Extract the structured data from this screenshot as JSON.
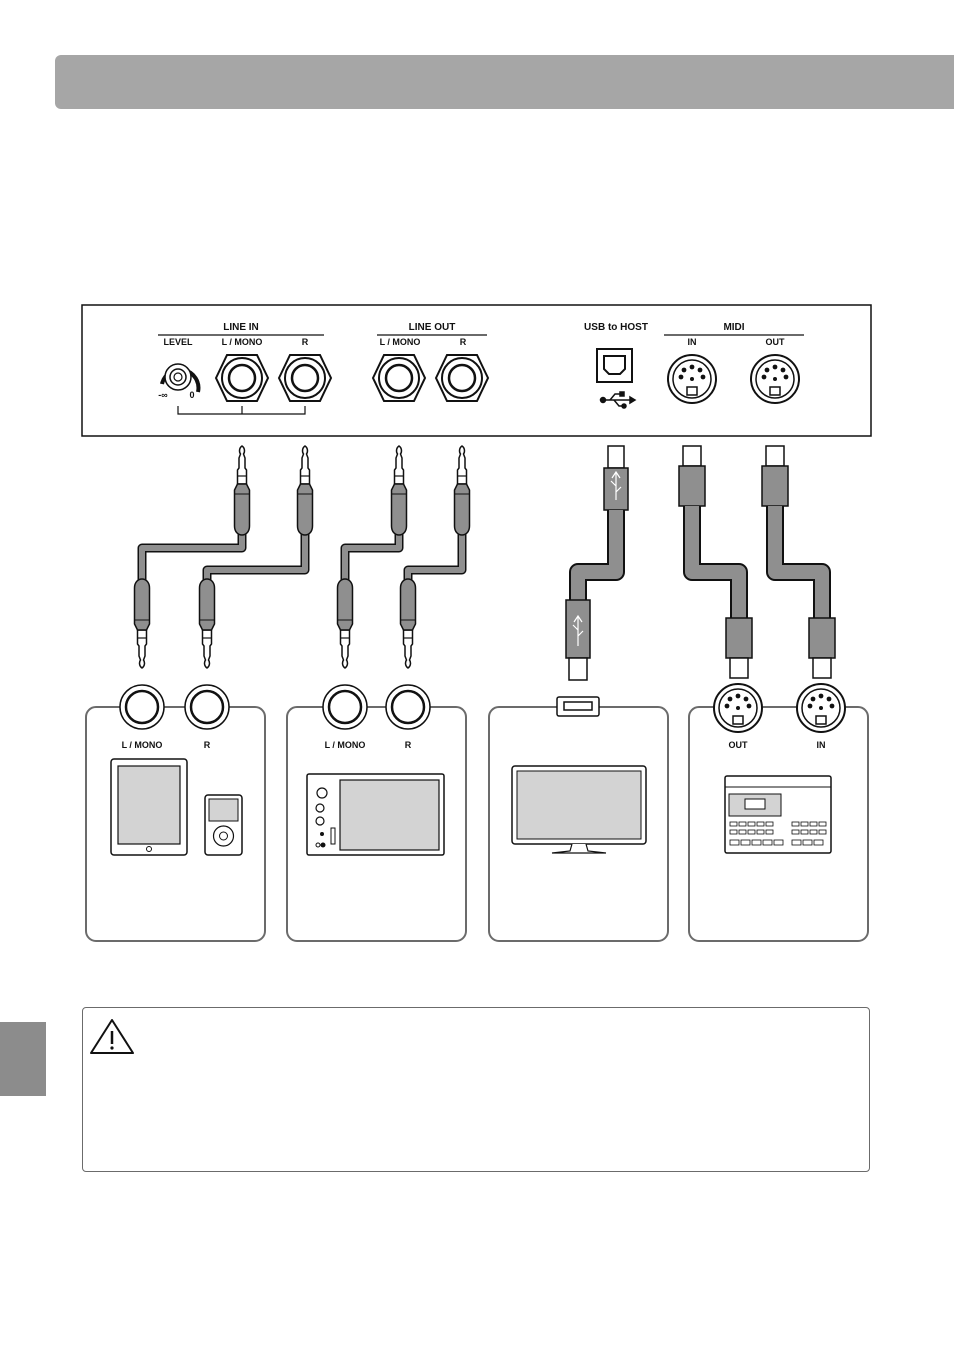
{
  "panel": {
    "line_in": {
      "group_label": "LINE IN",
      "level_label": "LEVEL",
      "level_min": "-∞",
      "level_max": "0",
      "left_label": "L / MONO",
      "right_label": "R"
    },
    "line_out": {
      "group_label": "LINE OUT",
      "left_label": "L / MONO",
      "right_label": "R"
    },
    "usb": {
      "label": "USB to HOST"
    },
    "midi": {
      "group_label": "MIDI",
      "in_label": "IN",
      "out_label": "OUT"
    }
  },
  "devices": {
    "audio_player": {
      "left_label": "L / MONO",
      "right_label": "R"
    },
    "recorder": {
      "left_label": "L / MONO",
      "right_label": "R"
    },
    "midi_device": {
      "out_label": "OUT",
      "in_label": "IN"
    }
  },
  "colors": {
    "header": "#a6a6a6",
    "side_tab": "#8c8c8c",
    "cable": "#8f8f8f",
    "screen": "#d3d3d3",
    "outline": "#6b6b6b"
  },
  "icons": {
    "warning": "warning-triangle-icon",
    "usb": "usb-icon"
  }
}
